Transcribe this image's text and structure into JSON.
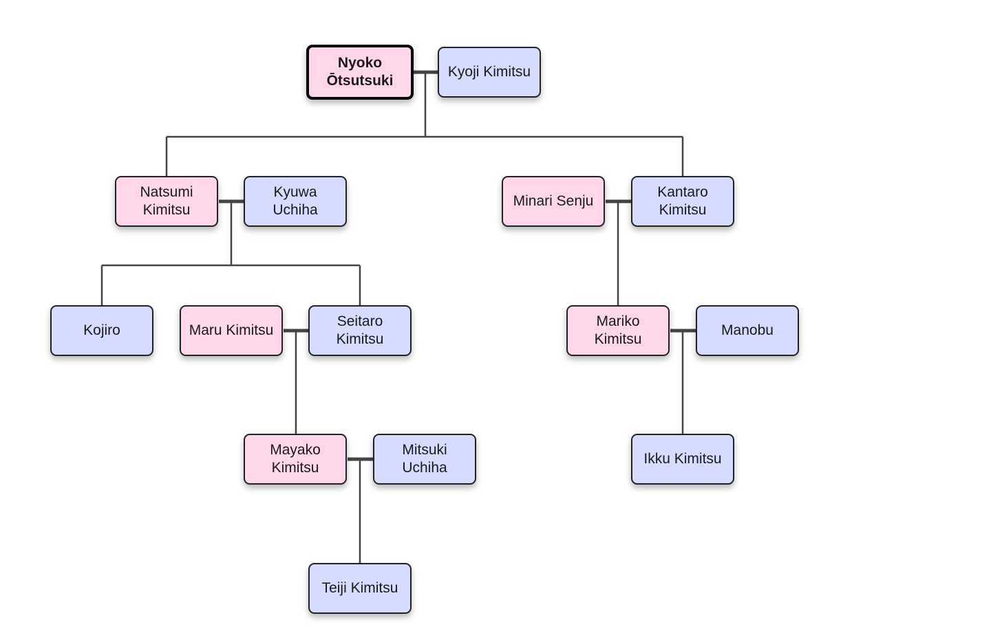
{
  "colors": {
    "female_fill": "#ffd6ea",
    "male_fill": "#d6dcff",
    "border": "#222222",
    "connector": "#444444"
  },
  "people": {
    "nyoko": {
      "name": "Nyoko Ōtsutsuki",
      "gender": "female",
      "highlighted": true
    },
    "kyoji": {
      "name": "Kyoji Kimitsu",
      "gender": "male"
    },
    "natsumi": {
      "name": "Natsumi Kimitsu",
      "gender": "female"
    },
    "kyuwa": {
      "name": "Kyuwa Uchiha",
      "gender": "male"
    },
    "minari": {
      "name": "Minari Senju",
      "gender": "female"
    },
    "kantaro": {
      "name": "Kantaro Kimitsu",
      "gender": "male"
    },
    "kojiro": {
      "name": "Kojiro",
      "gender": "male"
    },
    "maru": {
      "name": "Maru Kimitsu",
      "gender": "female"
    },
    "seitaro": {
      "name": "Seitaro Kimitsu",
      "gender": "male"
    },
    "mariko": {
      "name": "Mariko Kimitsu",
      "gender": "female"
    },
    "manobu": {
      "name": "Manobu",
      "gender": "male"
    },
    "mayako": {
      "name": "Mayako Kimitsu",
      "gender": "female"
    },
    "mitsuki": {
      "name": "Mitsuki Uchiha",
      "gender": "male"
    },
    "ikku": {
      "name": "Ikku Kimitsu",
      "gender": "male"
    },
    "teiji": {
      "name": "Teiji Kimitsu",
      "gender": "male"
    }
  },
  "couples": [
    {
      "partners": [
        "nyoko",
        "kyoji"
      ],
      "children": [
        "natsumi",
        "kantaro"
      ]
    },
    {
      "partners": [
        "natsumi",
        "kyuwa"
      ],
      "children": [
        "kojiro",
        "seitaro"
      ]
    },
    {
      "partners": [
        "minari",
        "kantaro"
      ],
      "children": [
        "mariko"
      ]
    },
    {
      "partners": [
        "maru",
        "seitaro"
      ],
      "children": [
        "mayako"
      ]
    },
    {
      "partners": [
        "mariko",
        "manobu"
      ],
      "children": [
        "ikku"
      ]
    },
    {
      "partners": [
        "mayako",
        "mitsuki"
      ],
      "children": [
        "teiji"
      ]
    }
  ]
}
